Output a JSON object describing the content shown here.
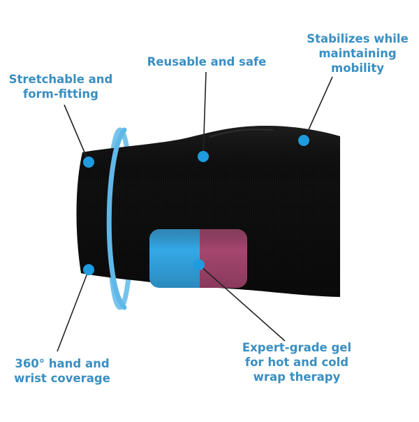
{
  "callouts": {
    "stretchable": {
      "lines": [
        "Stretchable and",
        "form-fitting"
      ]
    },
    "reusable": {
      "lines": [
        "Reusable and safe"
      ]
    },
    "stabilizes": {
      "lines": [
        "Stabilizes while",
        "maintaining",
        "mobility"
      ]
    },
    "coverage": {
      "lines": [
        "360° hand and",
        "wrist coverage"
      ]
    },
    "gel": {
      "lines": [
        "Expert-grade gel",
        "for hot and cold",
        "wrap therapy"
      ]
    }
  },
  "colors": {
    "label_text": "#3a8fc2",
    "callout_dot": "#1f9be0",
    "callout_line": "#222222",
    "sleeve_body": "#0b0b0b",
    "gel_cold": "#34a8e6",
    "gel_hot": "#a5466f",
    "ring": "#5fb8e8"
  }
}
